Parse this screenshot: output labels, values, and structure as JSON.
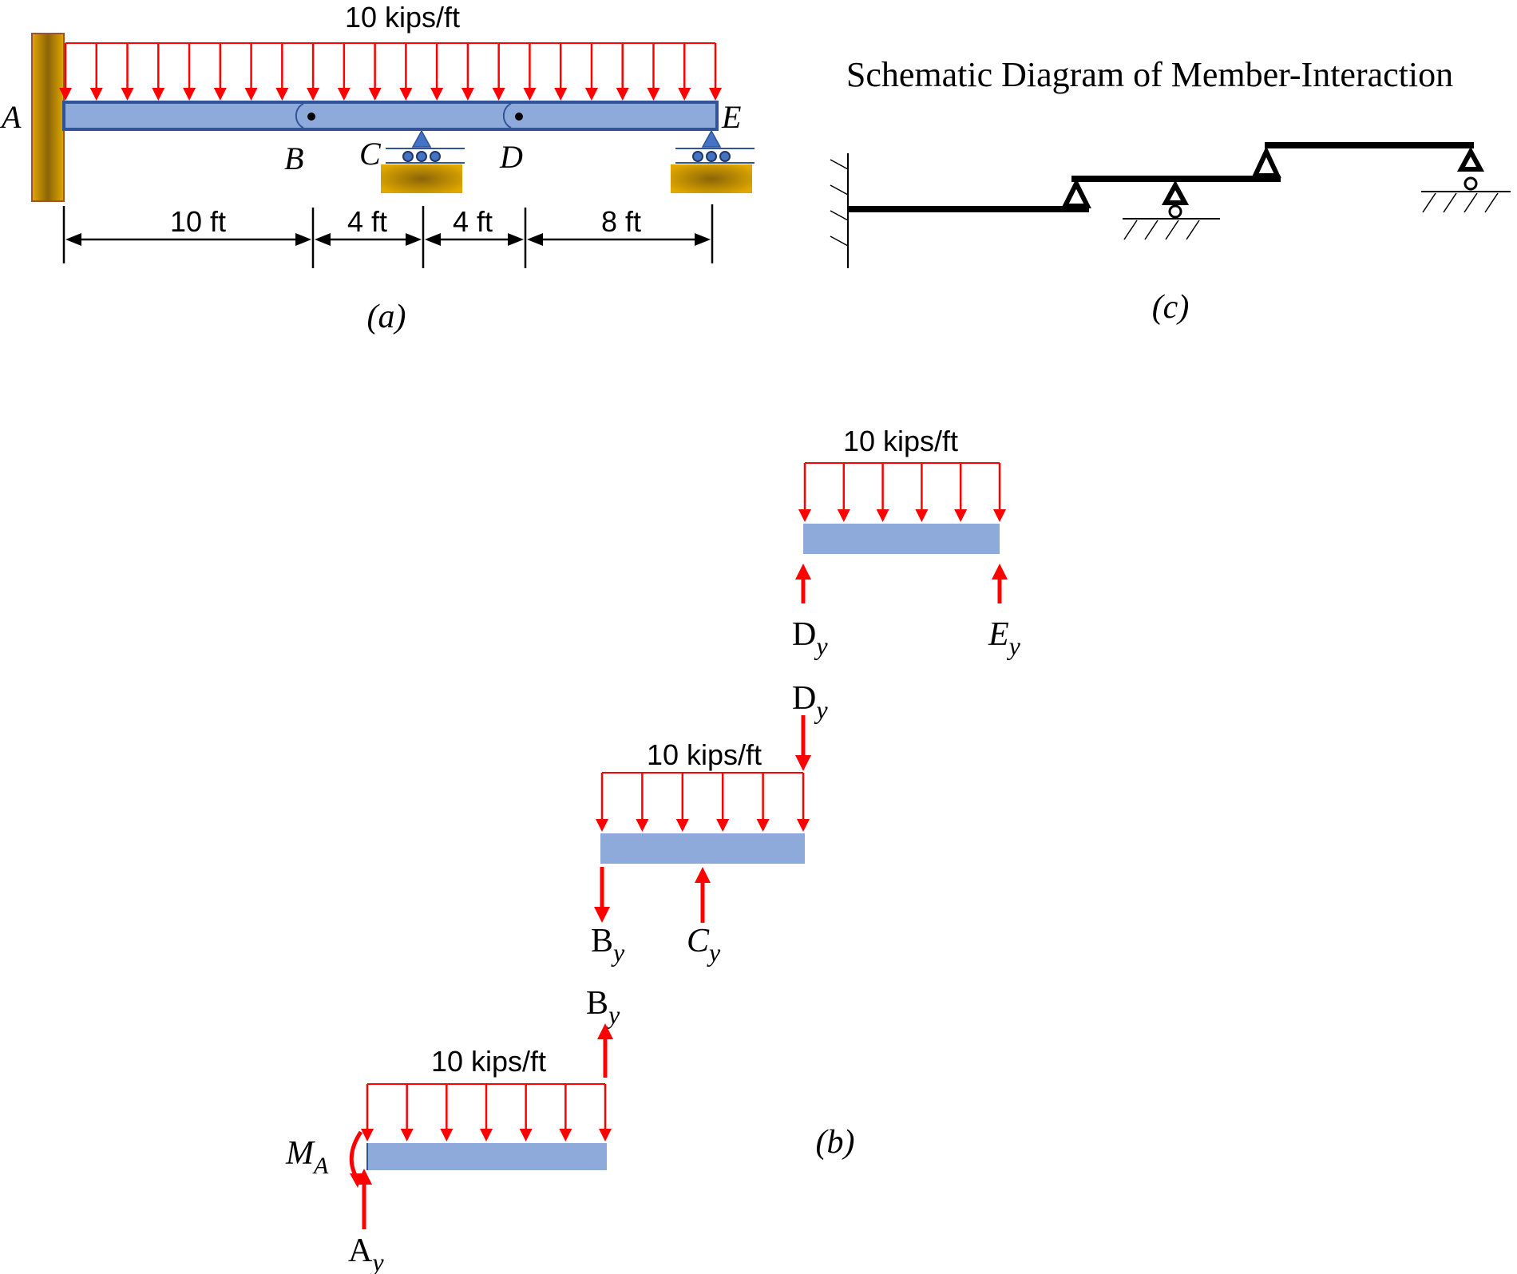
{
  "colors": {
    "load_arrow": "#ff0000",
    "beam_fill": "#8eaadb",
    "beam_stroke": "#2f5597",
    "support_fill": "#d4a017",
    "support_dark": "#8b6508",
    "roller": "#4472c4",
    "schematic": "#000000"
  },
  "part_a": {
    "load_label": "10 kips/ft",
    "points": {
      "A": "A",
      "B": "B",
      "C": "C",
      "D": "D",
      "E": "E"
    },
    "dims": [
      "10 ft",
      "4 ft",
      "4 ft",
      "8 ft"
    ],
    "caption": "(a)"
  },
  "part_c": {
    "title": "Schematic Diagram of Member-Interaction",
    "caption": "(c)"
  },
  "part_b": {
    "caption": "(b)",
    "fbd_de": {
      "load_label": "10 kips/ft",
      "left_force": "D",
      "right_force": "E",
      "sub": "y"
    },
    "fbd_bd": {
      "load_label": "10 kips/ft",
      "top_force": "D",
      "left_force": "B",
      "mid_force": "C",
      "sub": "y"
    },
    "fbd_ab": {
      "load_label": "10 kips/ft",
      "top_force": "B",
      "bottom_force": "A",
      "moment": "M",
      "moment_sub": "A",
      "sub": "y"
    }
  }
}
